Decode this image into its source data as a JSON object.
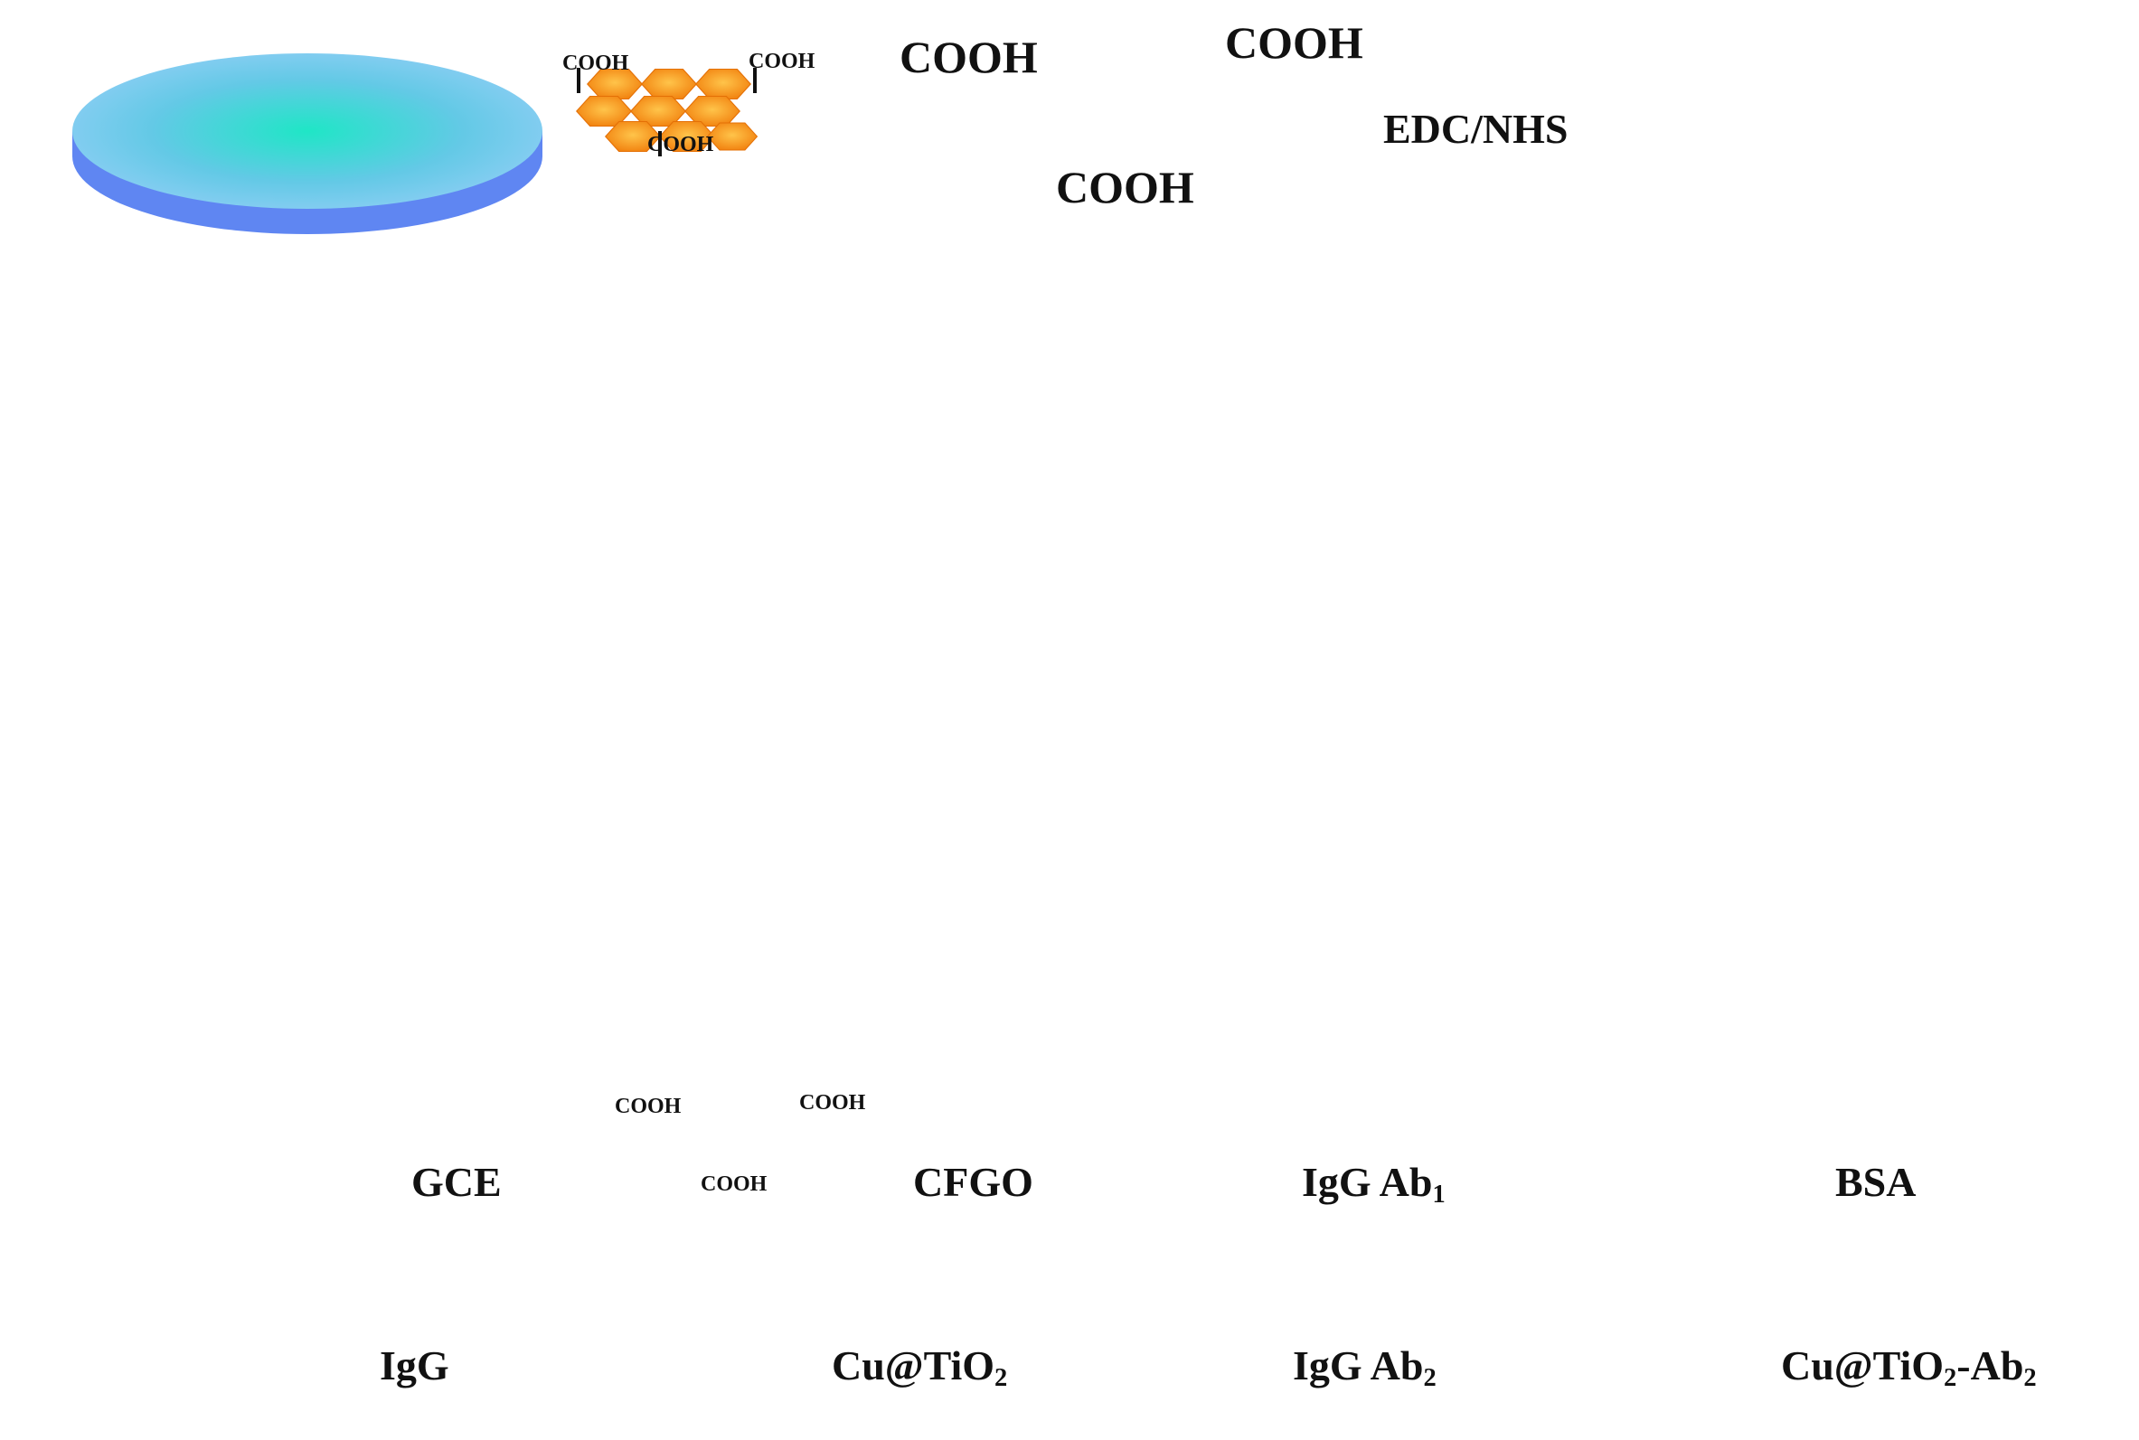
{
  "steps": {
    "edc_nhs": "EDC/NHS"
  },
  "group_labels": {
    "cooh": "COOH"
  },
  "legend": {
    "gce": "GCE",
    "cfgo": "CFGO",
    "igg_ab1_text": "IgG Ab",
    "igg_ab1_sub": "1",
    "bsa": "BSA",
    "igg": "IgG",
    "cu_tio2_text": "Cu@TiO",
    "cu_tio2_sub": "2",
    "igg_ab2_text": "IgG Ab",
    "igg_ab2_sub": "2",
    "cu_tio2_ab2_text1": "Cu@TiO",
    "cu_tio2_ab2_sub1": "2",
    "cu_tio2_ab2_text2": "-Ab",
    "cu_tio2_ab2_sub2": "2"
  },
  "colors": {
    "disk_top": "#8fd0f5",
    "disk_side": "#6a8ff0",
    "disk_center": "#1fe0c8",
    "sheet": "#f08a10",
    "sheet_light": "#ffc23a",
    "arrow": "#bff2f8",
    "ab1": "#f5a3dc",
    "ab2": "#9cea1e",
    "igg": "#1fa8b8",
    "bsa": "#f7ef7a",
    "particle": "#6e6e74",
    "dot": "#1b7ff0"
  }
}
